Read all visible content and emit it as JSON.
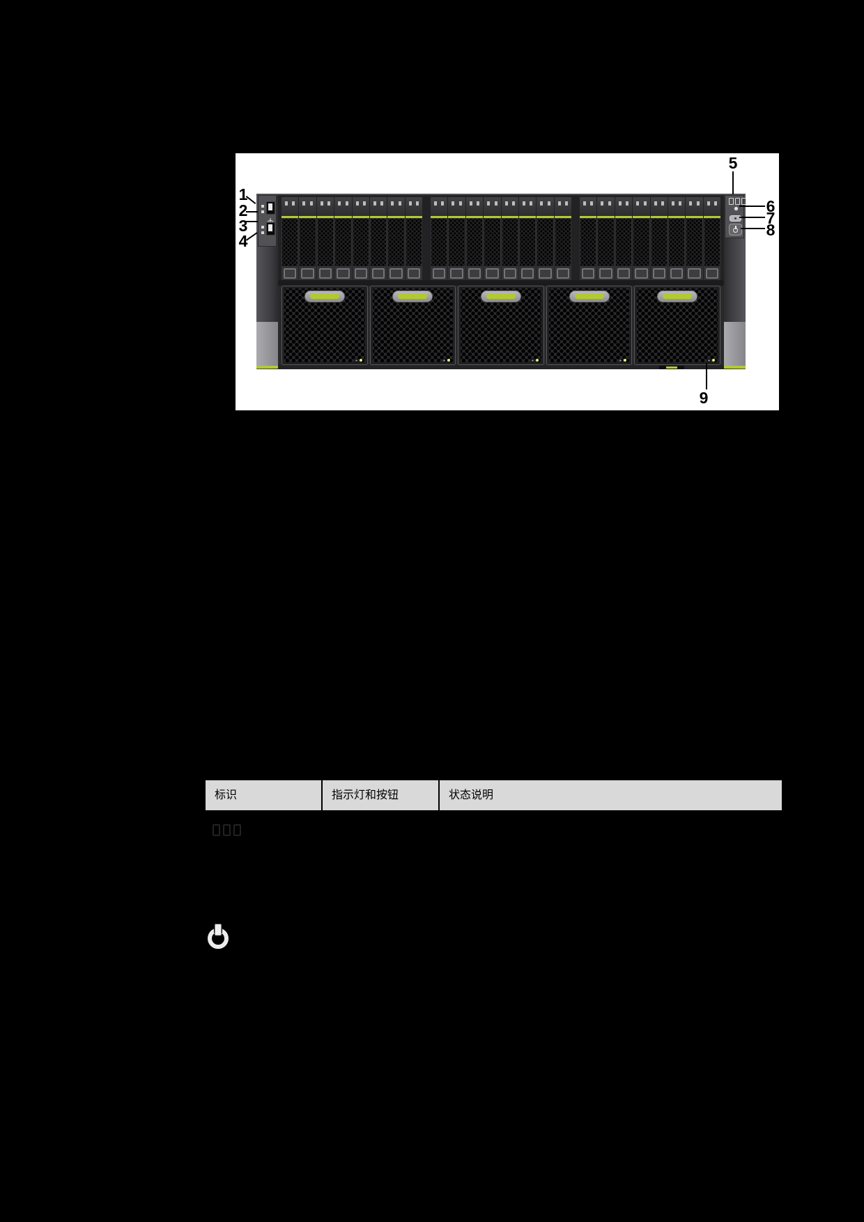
{
  "page": {
    "background": "#000000"
  },
  "figure": {
    "description": "server-front-panel-diagram",
    "callouts": [
      "1",
      "2",
      "3",
      "4",
      "5",
      "6",
      "7",
      "8",
      "9"
    ],
    "drive_groups": 3,
    "drives_per_group": 8,
    "fan_modules": 5,
    "usb_ports": 2,
    "accent_green": "#b3c932",
    "icons": {
      "left_ear": [
        "panel-indicator-icon",
        "panel-indicator-icon",
        "usb-icon",
        "panel-indicator-icon",
        "panel-indicator-icon"
      ],
      "right_ear": [
        "digital-tube-icon",
        "led-indicator-icon",
        "uid-button-icon",
        "power-button-icon"
      ]
    }
  },
  "table": {
    "headers": [
      "标识",
      "指示灯和按钮",
      "状态说明"
    ],
    "rows": [
      {
        "id_icon": "digital-tube-icon"
      },
      {
        "id_icon": "power-button-icon"
      }
    ],
    "header_bg": "#d9d9d9"
  }
}
